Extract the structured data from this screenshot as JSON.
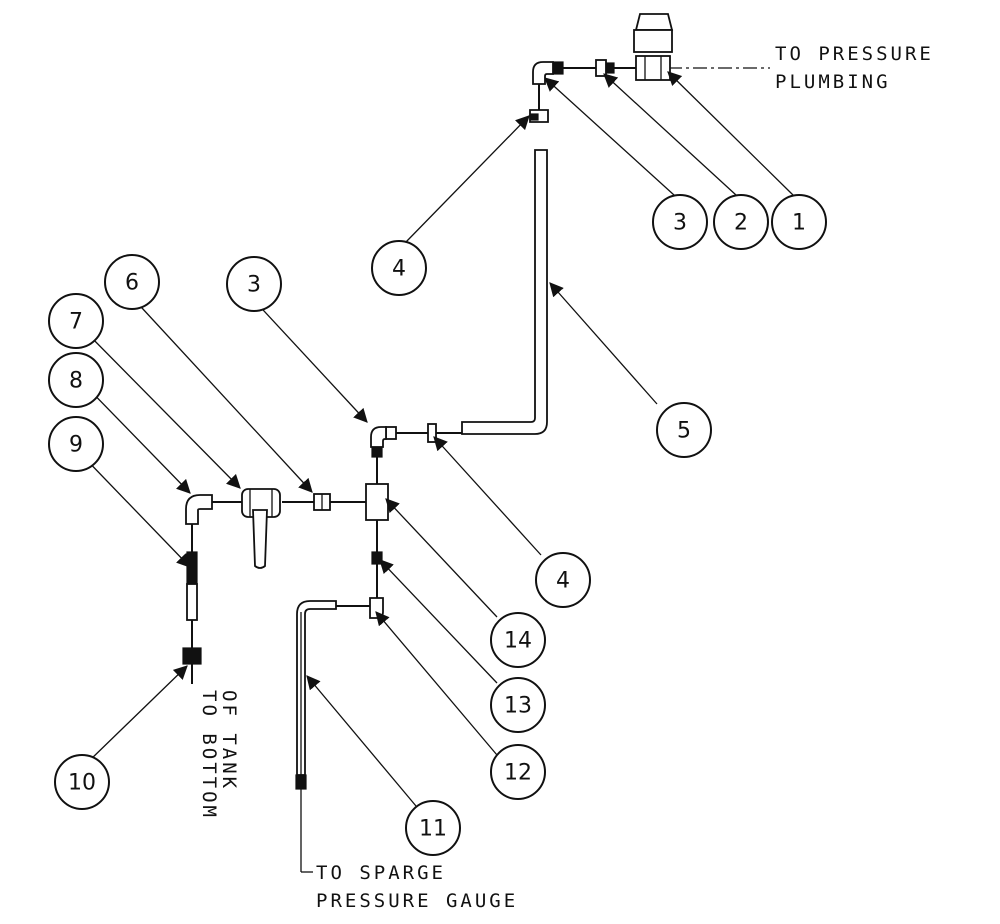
{
  "notes": {
    "pressure_line1": "TO PRESSURE",
    "pressure_line2": "PLUMBING",
    "tank_line1": "TO BOTTOM",
    "tank_line2": "OF TANK",
    "gauge_line1": "TO SPARGE",
    "gauge_line2": "PRESSURE GAUGE"
  },
  "callouts": [
    "1",
    "2",
    "3",
    "4",
    "5",
    "3",
    "4",
    "6",
    "7",
    "8",
    "9",
    "10",
    "11",
    "12",
    "13",
    "14"
  ],
  "colors": {
    "line": "#111111",
    "background": "#ffffff"
  }
}
